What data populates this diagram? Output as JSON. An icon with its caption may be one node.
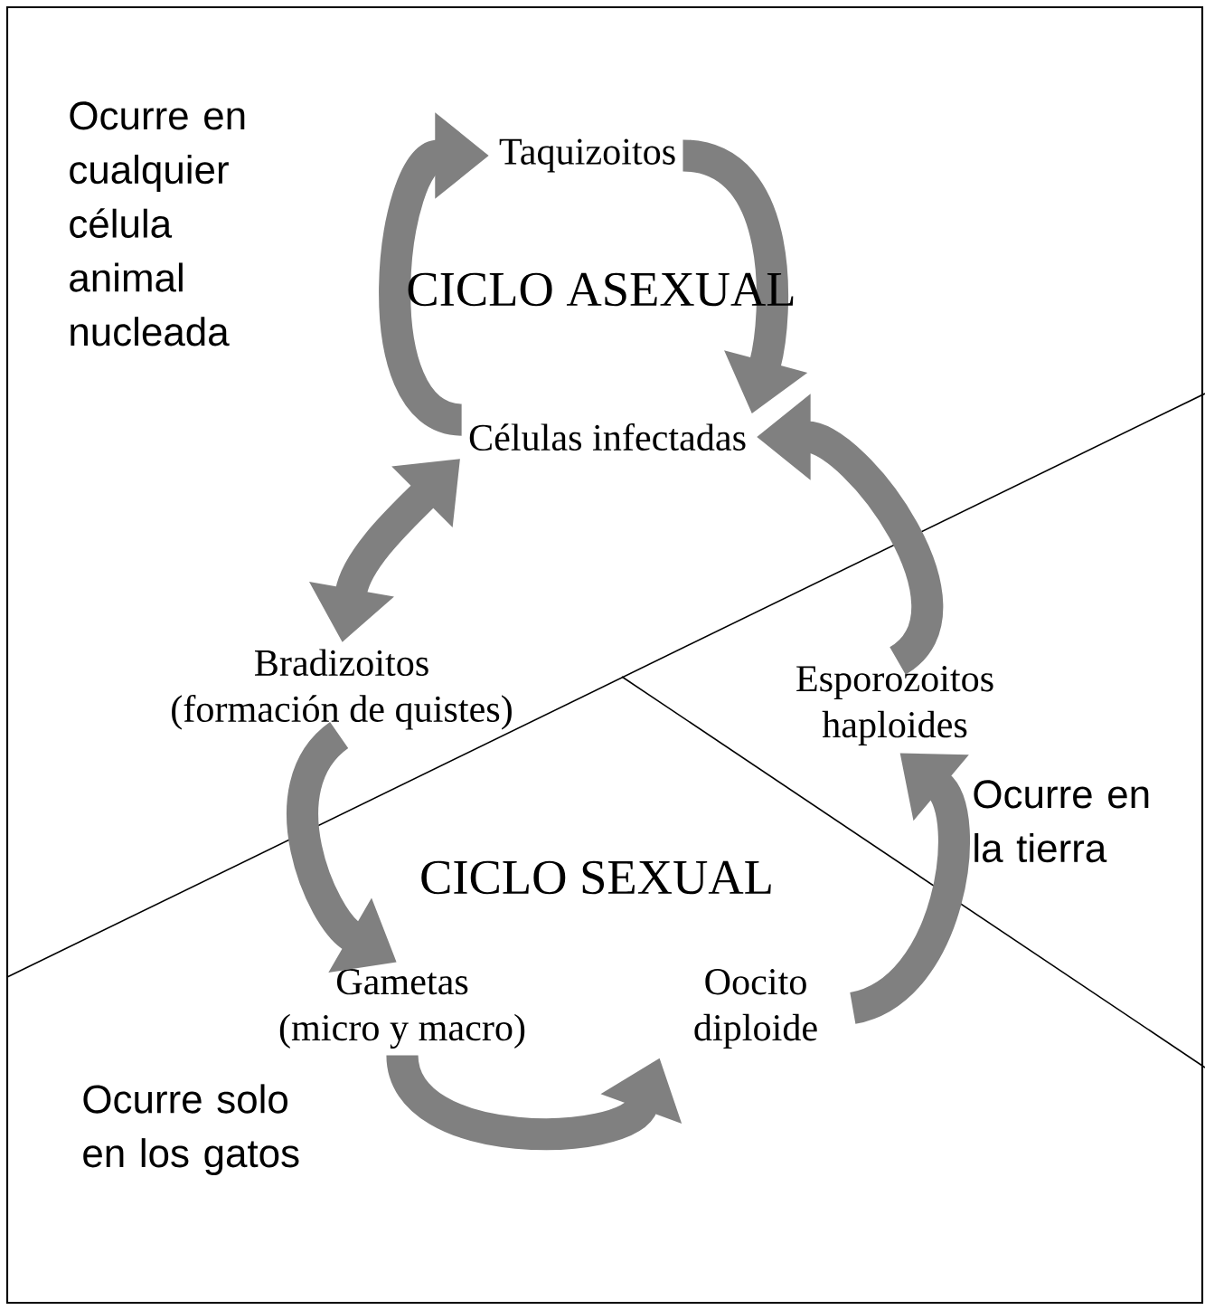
{
  "diagram": {
    "nodes": [
      {
        "text": [
          "Taquizoitos"
        ]
      },
      {
        "text": [
          "Células infectadas"
        ]
      },
      {
        "text": [
          "Bradizoitos",
          "(formación de quistes)"
        ]
      },
      {
        "text": [
          "Esporozoitos haploides"
        ]
      },
      {
        "text": [
          "Gametas",
          "(micro y macro)"
        ]
      },
      {
        "text": [
          "Oocito diploide"
        ]
      }
    ],
    "edges": [
      {
        "from": 1,
        "to": 0,
        "arrow": "to"
      },
      {
        "from": 0,
        "to": 1,
        "arrow": "to"
      },
      {
        "from": 2,
        "to": 1,
        "arrow": "both"
      },
      {
        "from": 3,
        "to": 1,
        "arrow": "to"
      },
      {
        "from": 2,
        "to": 4,
        "arrow": "to"
      },
      {
        "from": 4,
        "to": 5,
        "arrow": "to"
      },
      {
        "from": 5,
        "to": 3,
        "arrow": "to"
      }
    ],
    "labels": [
      "Ocurre en cualquier célula animal nucleada",
      "CICLO ASEXUAL",
      "Ocurre en la tierra",
      "CICLO SEXUAL",
      "Ocurre solo en los gatos"
    ]
  }
}
